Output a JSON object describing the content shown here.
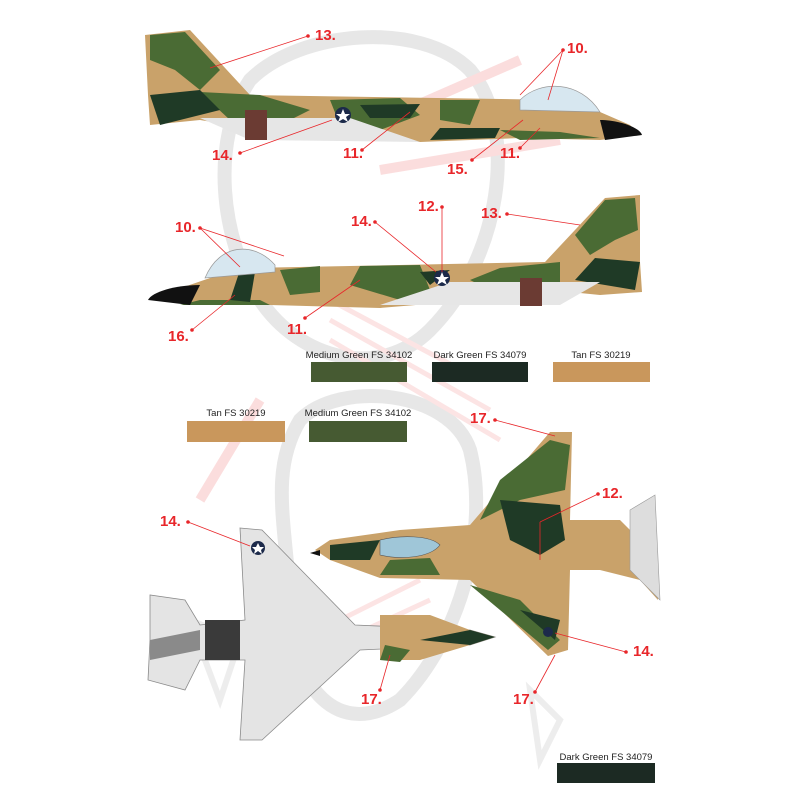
{
  "colors": {
    "medium_green": "#465a32",
    "dark_green": "#1c2a23",
    "tan": "#c9975c",
    "callout_red": "#e8262a",
    "gray_underside": "#e4e4e4"
  },
  "swatches": [
    {
      "label": "Medium Green FS 34102",
      "color": "#465a32"
    },
    {
      "label": "Dark Green FS 34079",
      "color": "#1c2a23"
    },
    {
      "label": "Tan FS 30219",
      "color": "#c9975c"
    },
    {
      "label": "Tan FS 30219",
      "color": "#c9975c"
    },
    {
      "label": "Medium Green FS 34102",
      "color": "#465a32"
    },
    {
      "label": "Dark Green FS 34079",
      "color": "#1c2a23"
    }
  ],
  "callouts": {
    "side_right": [
      "13.",
      "10.",
      "14.",
      "11.",
      "15.",
      "11."
    ],
    "side_left": [
      "10.",
      "14.",
      "12.",
      "13.",
      "11.",
      "16."
    ],
    "planform": [
      "17.",
      "12.",
      "14.",
      "14.",
      "17.",
      "17."
    ]
  }
}
